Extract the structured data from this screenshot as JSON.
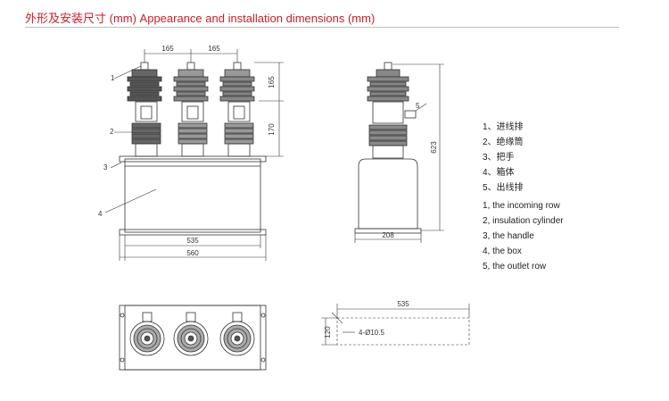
{
  "header": {
    "title": "外形及安装尺寸 (mm)  Appearance and installation dimensions (mm)",
    "accent_color": "#c8202a"
  },
  "front_view": {
    "dim_top_left": "165",
    "dim_top_right": "165",
    "dim_right_upper": "165",
    "dim_right_lower": "170",
    "dim_base_inner": "535",
    "dim_base_outer": "560",
    "callouts": [
      "1",
      "2",
      "3",
      "4"
    ]
  },
  "side_view": {
    "dim_height": "623",
    "dim_width": "208",
    "callout": "5"
  },
  "mounting_view": {
    "dim_length": "535",
    "dim_depth": "120",
    "hole_spec": "4-Ø10.5"
  },
  "legend": {
    "chinese": [
      "1、进线排",
      "2、绝缘筒",
      "3、把手",
      "4、箱体",
      "5、出线排"
    ],
    "english": [
      "1, the incoming row",
      "2, insulation cylinder",
      "3, the handle",
      "4, the box",
      "5, the outlet row"
    ]
  }
}
